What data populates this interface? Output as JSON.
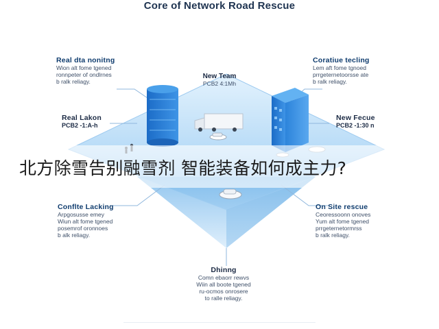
{
  "title": "Core of Network Road Rescue",
  "overlay_caption": "北方除雪告别融雪剂 智能装备如何成主力?",
  "annotations": {
    "top_left": {
      "head": "Real dta nonitng",
      "body": [
        "Wion alt fome tgened",
        "ronnpeter of ondlrnes",
        "b ralk reliagy."
      ]
    },
    "top_right": {
      "head": "Coratiue tecling",
      "body": [
        "Lem aft fome tgnoed",
        "prrgeternetoorsse ate",
        "b ralk reliagy."
      ]
    },
    "mid_left": {
      "head": "Real Lakon",
      "sub": "PCB2 -1:A-h"
    },
    "mid_right": {
      "head": "New Fecue",
      "sub": "PCB2 -1:30 n"
    },
    "lower_left": {
      "head": "Conflte Lacking",
      "body": [
        "Arpgosusse emey",
        "Wiun alt fome tgened",
        "posemrof oronnoes",
        "b alk reliagy."
      ]
    },
    "lower_right": {
      "head": "On Site rescue",
      "body": [
        "Ceoressoonn onoves",
        "Yum alt fome tgened",
        "prrgeternetormrss",
        "b ralk reliagy."
      ]
    },
    "bottom": {
      "head": "Dhinng",
      "body": [
        "Comn ebaorr rewvs",
        "Wiin all boote tgened",
        "ru-ocmos onrosere",
        "to ralle reliagy."
      ]
    },
    "center_top": {
      "head": "New Team",
      "sub": "PCB2 4:1Mh"
    }
  },
  "colors": {
    "diamond_light": "#d6ebfb",
    "diamond_mid": "#a9d4f4",
    "diamond_dark": "#5fa8e4",
    "tower_blue": "#2f7fd6",
    "tower_dark": "#1e5fae",
    "connector": "#8fb7dd"
  }
}
